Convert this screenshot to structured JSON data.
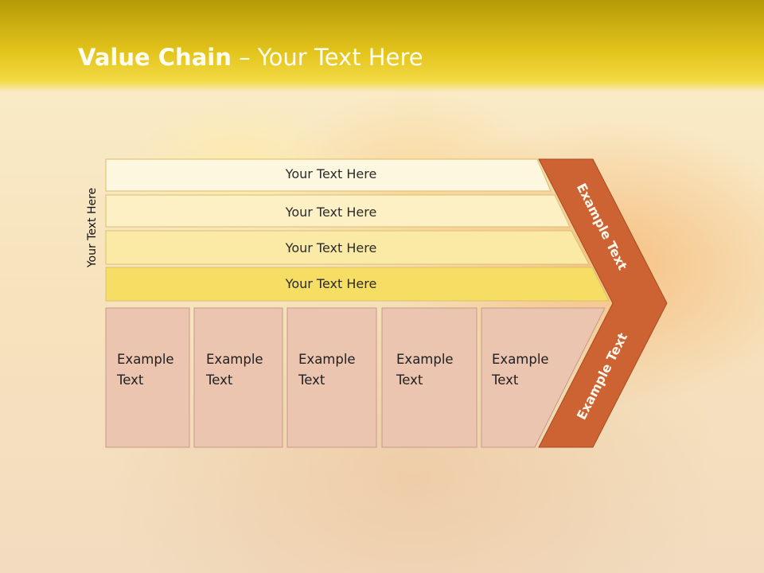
{
  "title": {
    "bold": "Value Chain",
    "rest": " – Your Text Here"
  },
  "side_label": "Your Text Here",
  "rows": [
    {
      "label": "Your Text Here"
    },
    {
      "label": "Your Text Here"
    },
    {
      "label": "Your Text Here"
    },
    {
      "label": "Your Text Here"
    }
  ],
  "boxes": [
    {
      "line1": "Example",
      "line2": "Text"
    },
    {
      "line1": "Example",
      "line2": "Text"
    },
    {
      "line1": "Example",
      "line2": "Text"
    },
    {
      "line1": "Example",
      "line2": "Text"
    },
    {
      "line1": "Example",
      "line2": "Text"
    }
  ],
  "arrow": {
    "upper": "Example Text",
    "lower": "Example Text"
  },
  "colors": {
    "header": "#e2c31b",
    "row_fills": [
      "#fdf7df",
      "#fcf0c4",
      "#faeaa5",
      "#f6dd64"
    ],
    "row_stroke": "#d9c06a",
    "box_fill": "#ebc5b0",
    "box_stroke": "#c79a86",
    "arrow_fill": "#cd6332",
    "arrow_stroke": "#a84a20"
  }
}
